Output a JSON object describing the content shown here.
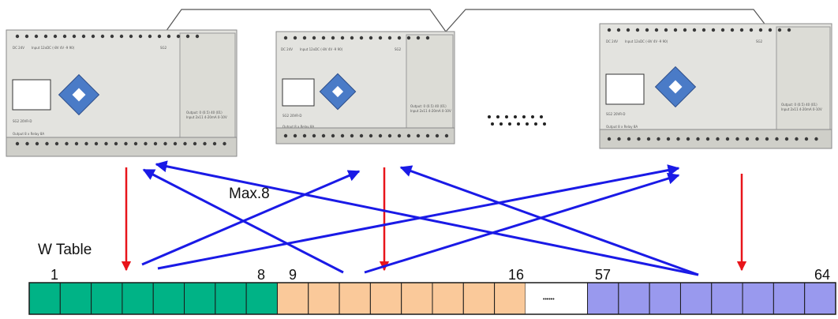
{
  "modules": [
    {
      "input_label": "Input 12xDC (-8V 4V -9 90)",
      "model_top": "SG2",
      "supply": "DC 24V",
      "model_name": "SG2 20VR-D",
      "output_label": "Output 8 x Relay 8A",
      "info_line_1": "Output: 0 (0.5) 40 (01)",
      "info_line_2": "Input 2x11 4-20mA 0-10V"
    },
    {
      "input_label": "Input 12xDC (-8V 4V -9 90)",
      "model_top": "SG2",
      "supply": "DC 24V",
      "model_name": "SG2 20VR-D",
      "output_label": "Output 8 x Relay 8A",
      "info_line_1": "Output: 0 (0.5) 40 (01)",
      "info_line_2": "Input 2x11 4-20mA 0-10V"
    },
    {
      "input_label": "Input 12xDC (-8V 4V -9 90)",
      "model_top": "SG2",
      "supply": "DC 24V",
      "model_name": "SG2 20VR-D",
      "output_label": "Output 8 x Relay 8A",
      "info_line_1": "Output: 0 (0.5) 40 (01)",
      "info_line_2": "Input 2x11 4-20mA 0-10V"
    }
  ],
  "labels": {
    "max": "Max.8",
    "w_table": "W Table",
    "n1": "1",
    "n8": "8",
    "n9": "9",
    "n16": "16",
    "n57": "57",
    "n64": "64",
    "gap_dots": "••••••"
  },
  "table": {
    "groups": [
      {
        "name": "module-1-words",
        "cells": 8,
        "color": "#00b386"
      },
      {
        "name": "module-2-words",
        "cells": 8,
        "color": "#fac99a"
      },
      {
        "name": "ellipsis",
        "cells": 2,
        "color": "#ffffff"
      },
      {
        "name": "module-8-words",
        "cells": 8,
        "color": "#9999ee"
      }
    ]
  },
  "colors": {
    "write_arrow": "#e8141a",
    "read_arrow": "#1a1ae6",
    "connector": "#555555",
    "plc_body": "#e3e3df",
    "plc_keypad": "#4a7bc7"
  }
}
